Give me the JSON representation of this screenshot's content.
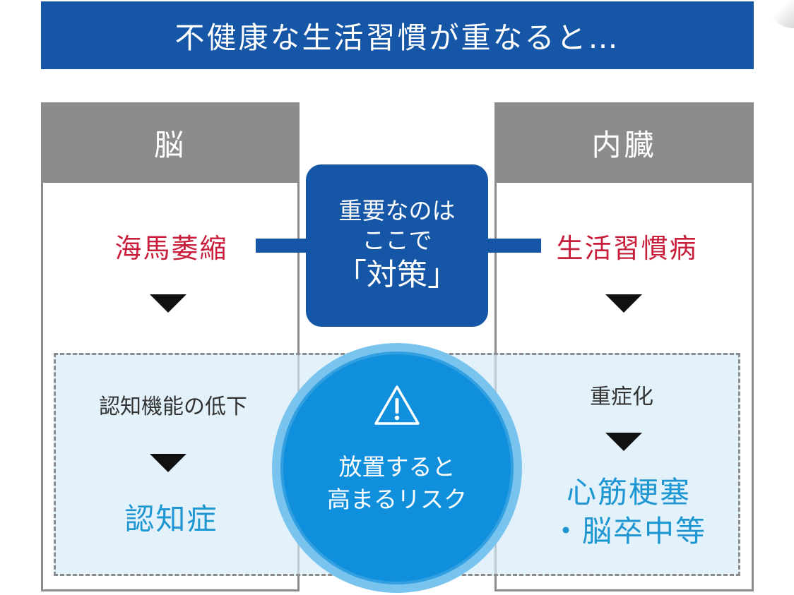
{
  "title": "不健康な生活習慣が重なると…",
  "left": {
    "header": "脳",
    "cause": "海馬萎縮",
    "effect": "認知機能の低下",
    "outcome": "認知症"
  },
  "right": {
    "header": "内臓",
    "cause": "生活習慣病",
    "effect": "重症化",
    "outcome_line1": "心筋梗塞",
    "outcome_line2": "・脳卒中等"
  },
  "center": {
    "line1": "重要なのは",
    "line2": "ここで",
    "line3": "「対策」"
  },
  "risk": {
    "line1": "放置すると",
    "line2": "高まるリスク"
  },
  "colors": {
    "navy": "#1656a6",
    "gray": "#8c8c8c",
    "red": "#c81e3c",
    "cyan": "#1e96d2",
    "circle": "#0f8fdc",
    "light_blue": "#d2eaf8"
  },
  "icons": {
    "risk": "warning-triangle-icon"
  }
}
